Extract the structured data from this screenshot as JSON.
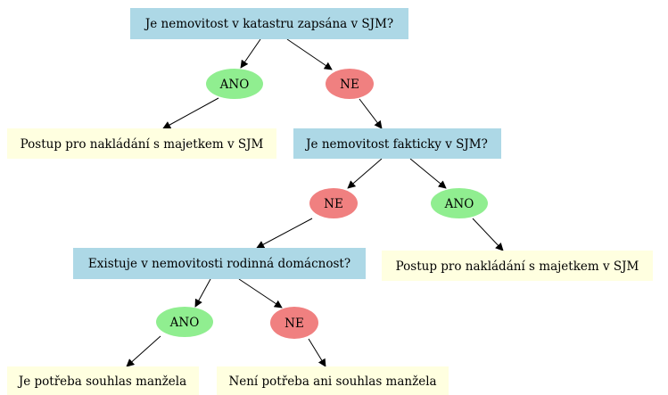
{
  "colors": {
    "question": "#add8e6",
    "result": "#ffffe0",
    "yes": "#90ee90",
    "no": "#f08080",
    "edge": "#000000"
  },
  "questions": {
    "q1": "Je nemovitost v katastru zapsána v SJM?",
    "q2": "Je nemovitost fakticky v SJM?",
    "q3": "Existuje v nemovitosti rodinná domácnost?"
  },
  "answers": {
    "a1_yes": "ANO",
    "a1_no": "NE",
    "a2_no": "NE",
    "a2_yes": "ANO",
    "a3_yes": "ANO",
    "a3_no": "NE"
  },
  "results": {
    "r1": "Postup pro nakládání s majetkem v SJM",
    "r2": "Postup pro nakládání s majetkem v SJM",
    "r3": "Je potřeba souhlas manžela",
    "r4": "Není potřeba ani souhlas manžela"
  }
}
